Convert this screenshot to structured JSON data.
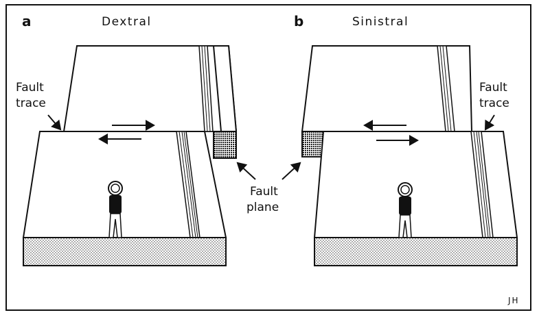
{
  "panels": [
    {
      "letter": "a",
      "title": "Dextral"
    },
    {
      "letter": "b",
      "title": "Sinistral"
    }
  ],
  "labels": {
    "fault_trace_left": [
      "Fault",
      "trace"
    ],
    "fault_trace_right": [
      "Fault",
      "trace"
    ],
    "fault_plane": [
      "Fault",
      "plane"
    ]
  },
  "signature": "JH"
}
